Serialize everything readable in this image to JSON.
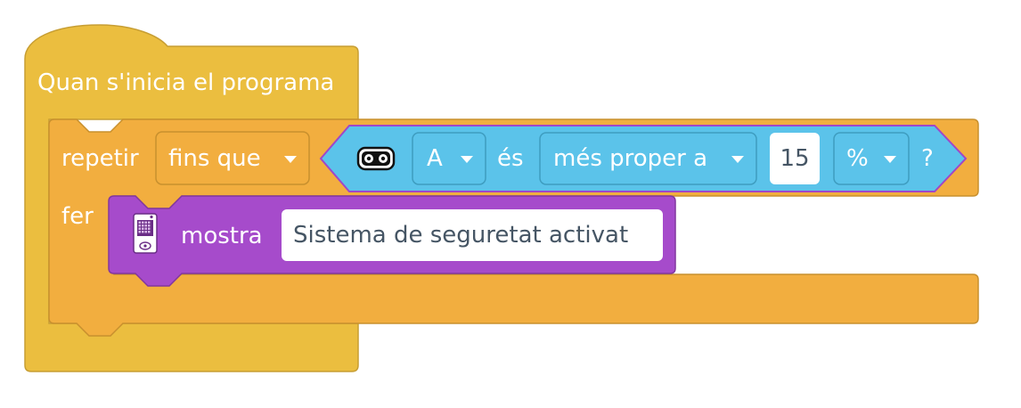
{
  "hat_block": {
    "label": "Quan s'inicia el programa"
  },
  "repeat_block": {
    "label": "repetir",
    "mode": "fins que",
    "body_label": "fer"
  },
  "sensor_condition": {
    "icon": "distance-sensor-icon",
    "port": "A",
    "verb": "és",
    "comparison": "més proper a",
    "value": "15",
    "unit": "%",
    "question": "?"
  },
  "display_block": {
    "icon": "light-matrix-icon",
    "label": "mostra",
    "text": "Sistema de seguretat activat"
  },
  "colors": {
    "events": "#EBBE3F",
    "events_dark": "#C79E33",
    "control": "#F2AE3F",
    "control_dark": "#C8902E",
    "sensors": "#5BC3EA",
    "sensors_dark": "#3E9DC0",
    "display": "#A64BCB",
    "display_dark": "#82379F"
  }
}
